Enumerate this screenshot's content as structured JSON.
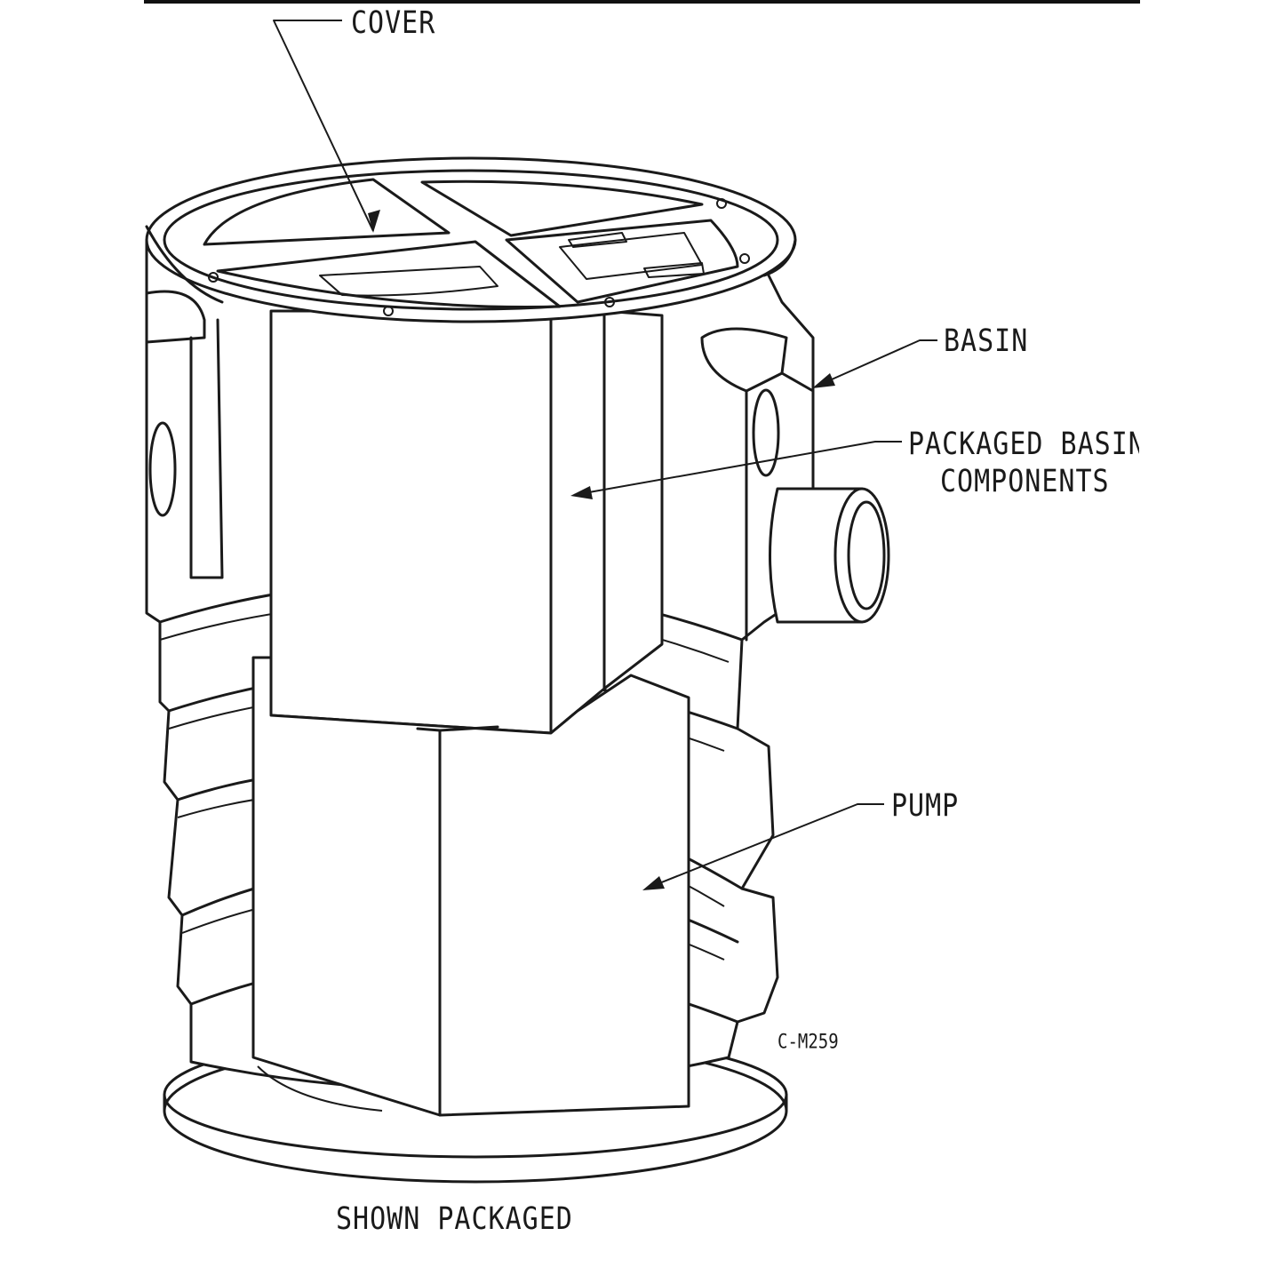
{
  "labels": {
    "cover": "COVER",
    "basin": "BASIN",
    "packaged_basin_line1": "PACKAGED BASIN",
    "packaged_basin_line2": "COMPONENTS",
    "pump": "PUMP",
    "drawing_id": "C-M259",
    "caption": "SHOWN PACKAGED"
  }
}
